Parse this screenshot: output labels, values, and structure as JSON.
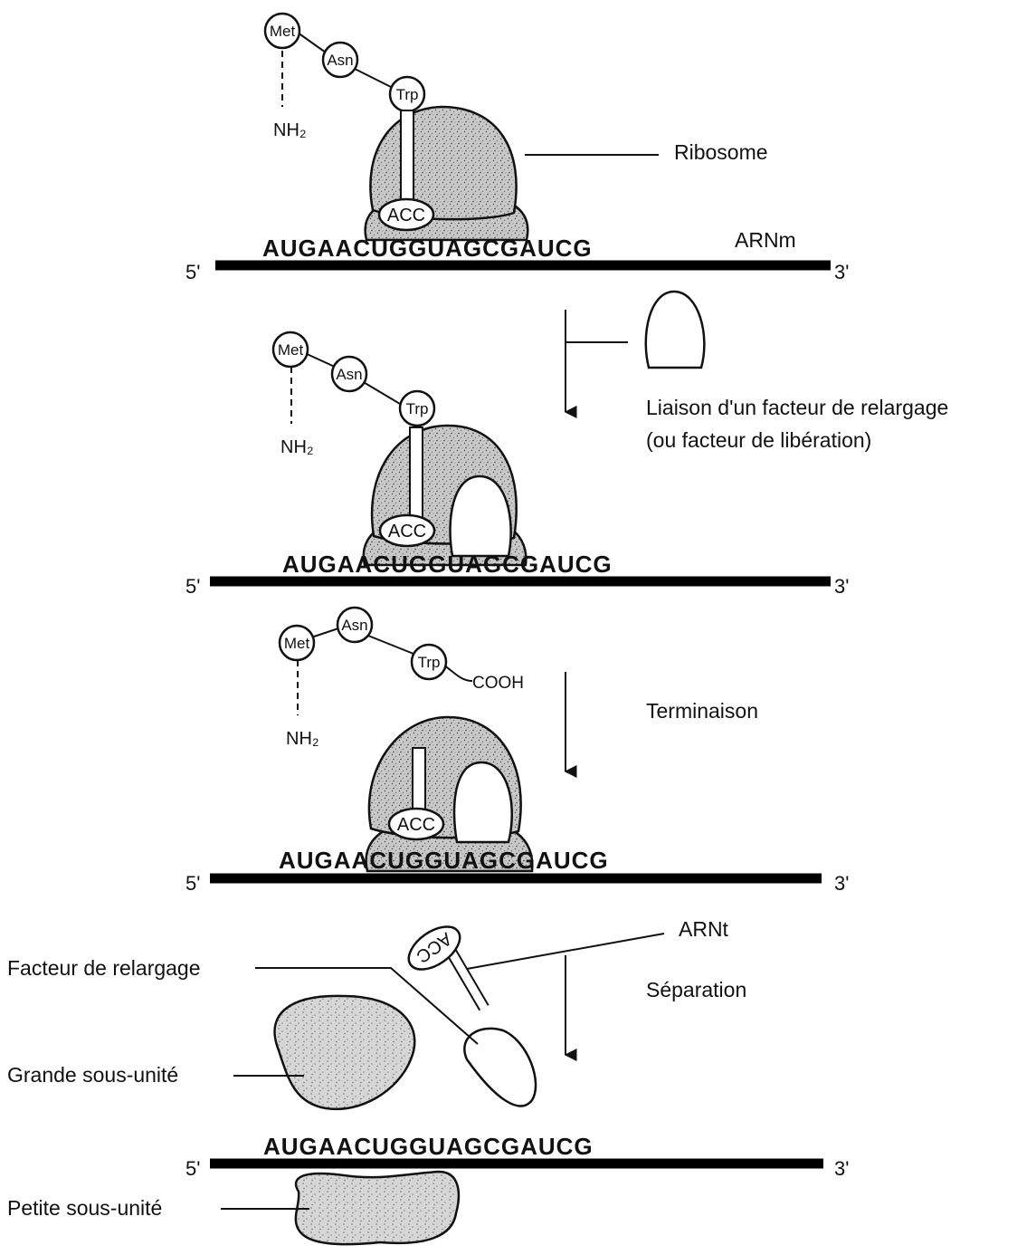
{
  "panel1": {
    "amino_acids": [
      "Met",
      "Asn",
      "Trp"
    ],
    "nh2_label": "NH₂",
    "anticodon": "ACC",
    "sequence": "AUGAACUGGUAGCGAUCG",
    "five_prime": "5'",
    "three_prime": "3'",
    "ribosome_label": "Ribosome",
    "mrna_label": "ARNm"
  },
  "step1": {
    "caption_line1": "Liaison d'un facteur de relargage",
    "caption_line2": "(ou facteur de libération)"
  },
  "panel2": {
    "amino_acids": [
      "Met",
      "Asn",
      "Trp"
    ],
    "nh2_label": "NH₂",
    "anticodon": "ACC",
    "sequence": "AUGAACUGGUAGCGAUCG",
    "five_prime": "5'",
    "three_prime": "3'"
  },
  "step2": {
    "caption": "Terminaison"
  },
  "panel3": {
    "amino_acids": [
      "Met",
      "Asn",
      "Trp"
    ],
    "cooh_label": "COOH",
    "nh2_label": "NH₂",
    "anticodon": "ACC",
    "sequence": "AUGAACUGGUAGCGAUCG",
    "five_prime": "5'",
    "three_prime": "3'"
  },
  "step3": {
    "caption": "Séparation"
  },
  "panel4": {
    "trna_label": "ARNt",
    "trna_anticodon": "ACC",
    "release_factor_label": "Facteur de relargage",
    "large_subunit_label": "Grande sous-unité",
    "small_subunit_label": "Petite sous-unité",
    "sequence": "AUGAACUGGUAGCGAUCG",
    "five_prime": "5'",
    "three_prime": "3'"
  }
}
